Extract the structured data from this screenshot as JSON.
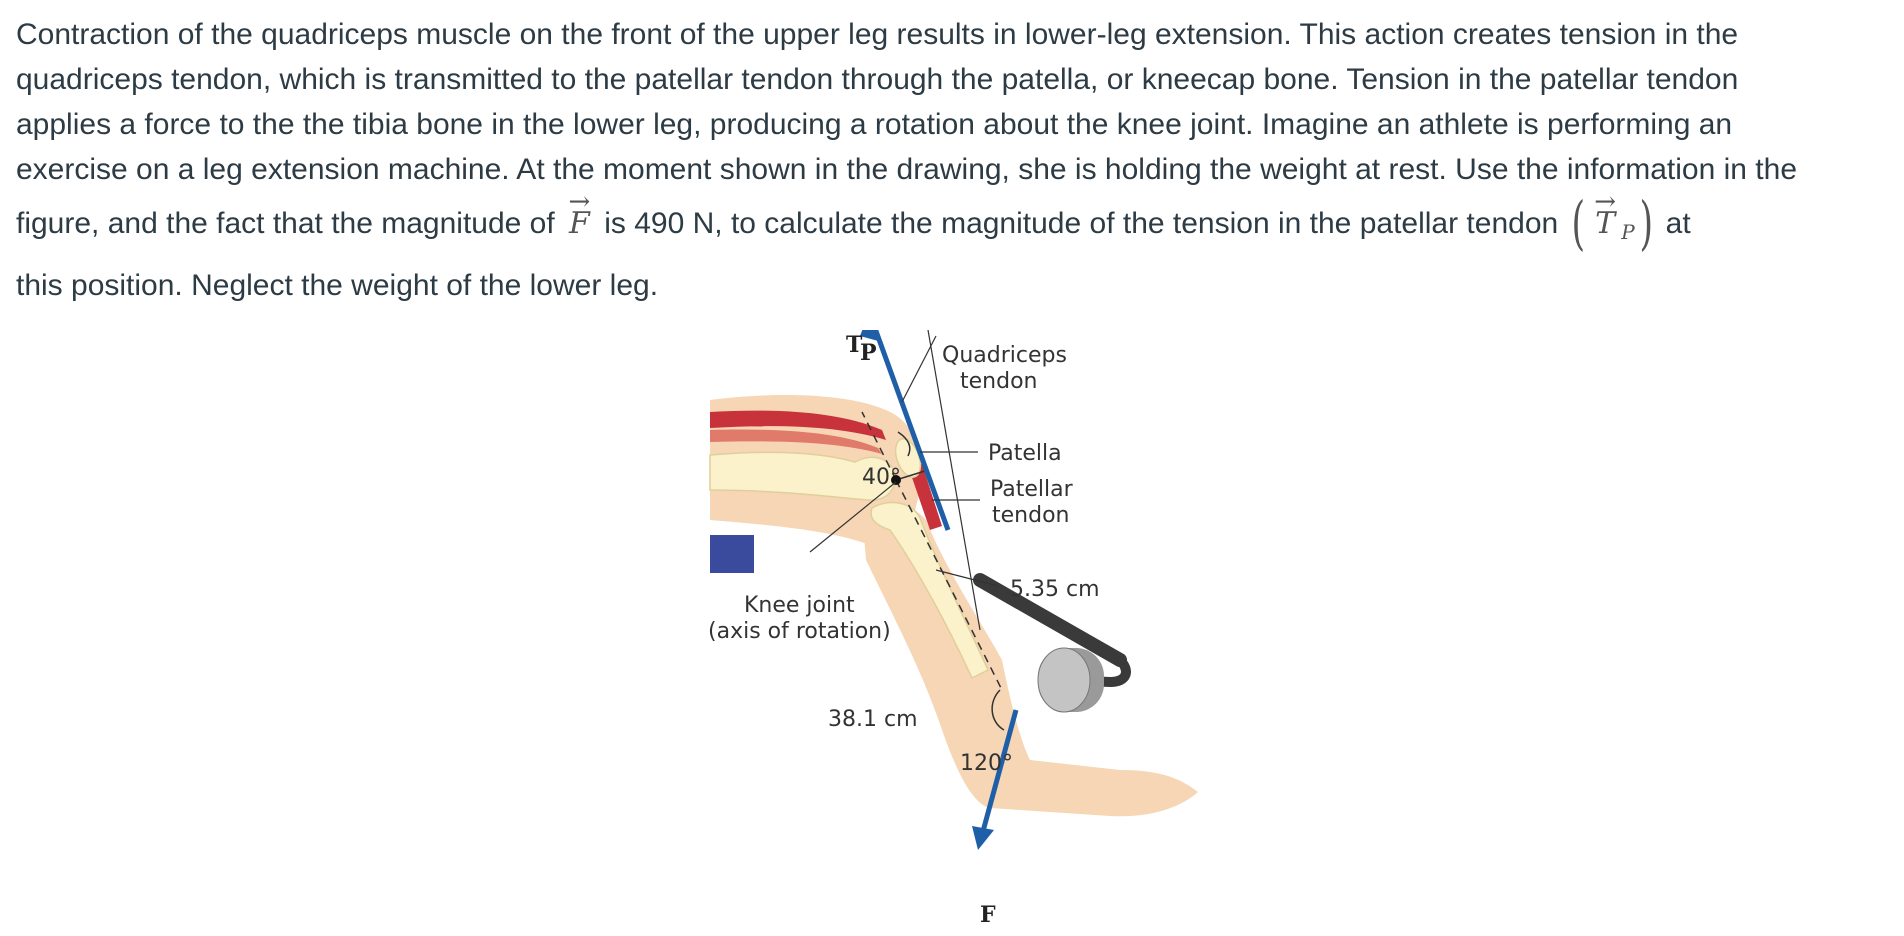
{
  "problem": {
    "line1": "Contraction of the quadriceps muscle on the front of the upper leg results in lower-leg extension. This action creates tension in the",
    "line2": "quadriceps tendon, which is transmitted to the patellar tendon through the patella, or kneecap bone. Tension in the patellar tendon",
    "line3": "applies a force to the the tibia bone in the lower leg, producing a rotation about the knee joint. Imagine an athlete is performing an",
    "line4": "exercise on a leg extension machine. At the moment shown in the drawing, she is holding the weight at rest. Use the information in the",
    "line5a": "figure, and the fact that the magnitude of",
    "vector_f": "F",
    "line5b": "is 490 N, to calculate the magnitude of the tension in the patellar tendon",
    "vector_t": "T",
    "vector_t_sub": "P",
    "line5c": "at",
    "line6": "this position. Neglect the weight of the lower leg."
  },
  "figure": {
    "label_tp": "T",
    "label_tp_sub": "P",
    "label_quadriceps_1": "Quadriceps",
    "label_quadriceps_2": "tendon",
    "label_patella": "Patella",
    "label_patellar_1": "Patellar",
    "label_patellar_2": "tendon",
    "label_distance_1": "5.35 cm",
    "label_knee_1": "Knee joint",
    "label_knee_2": "(axis of rotation)",
    "label_distance_2": "38.1 cm",
    "angle_1": "40°",
    "angle_2": "120°",
    "label_f": "F",
    "colors": {
      "vector_blue": "#1f5fa8",
      "muscle_red": "#c8323a",
      "skin": "#f6d6b4",
      "bone": "#fbf2cc",
      "seat_blue": "#3a4a9c",
      "roller_gray": "#9a9a9a",
      "bar_dark": "#3a3a3a"
    }
  }
}
